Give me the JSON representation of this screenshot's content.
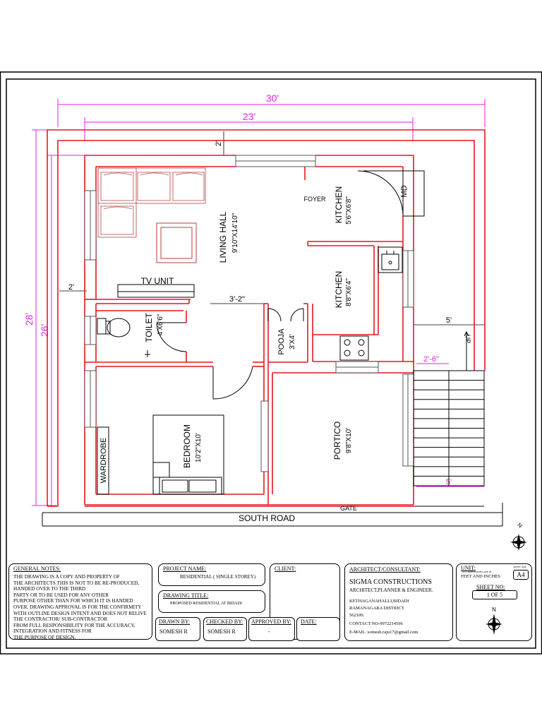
{
  "dimensions": {
    "overall_width": "30'",
    "inner_width": "23'",
    "overall_depth": "28'",
    "inner_depth": "26'",
    "front_setback": "2'",
    "side_setback": "2'",
    "stair_setback_top": "5'",
    "stair_width": "2'-6\"",
    "stair_setback_bottom": "5'",
    "passage": "3'-2\""
  },
  "rooms": {
    "living_hall": {
      "name": "LIVING HALL",
      "size": "9'10\"X14'10\""
    },
    "kitchen_top": {
      "name": "KITCHEN",
      "size": "5'6\"X6'8\""
    },
    "kitchen": {
      "name": "KITCHEN",
      "size": "8'8\"X6'4\""
    },
    "toilet": {
      "name": "TOILET",
      "size": "4'X6'6\""
    },
    "pooja": {
      "name": "POOJA",
      "size": "3'X4'"
    },
    "bedroom": {
      "name": "BEDROOM",
      "size": "10'2\"X10'"
    },
    "portico": {
      "name": "PORTICO",
      "size": "9'8\"X10'"
    }
  },
  "labels": {
    "foyer": "FOYER",
    "md": "MD",
    "tv_unit": "TV UNIT",
    "wardrobe": "WARDROBE",
    "up": "UP",
    "gate": "GATE",
    "road": "SOUTH ROAD"
  },
  "title_block": {
    "general_notes_label": "GENERAL NOTES:",
    "general_notes": [
      "THE DRAWING IS A COPY AND PROPERTY OF",
      "THE ARCHITECTS.THIS IS NOT TO BE RE-PRODUCED,",
      "HANDED OVER TO THE THIRD",
      "PARTY OR TO BE USED FOR ANY OTHER",
      "PURPOSE OTHER THAN FOR WHICH IT IS HANDED",
      "OVER. DRAWING APPROVAL IS FOR THE CONFIRMITY",
      "WITH OUTLINE DESIGN INTENT AND DOES NOT RELIVE",
      "THE CONTRACTOR/ SUB-CONTRACTOR",
      "FROM FULL RESPONSIBILITY FOR THE ACCURACY,",
      "INTEGRATION AND FITNESS FOR",
      "THE PURPOSE OF DESIGN."
    ],
    "project_name_label": "PROJECT NAME:",
    "project_name": "RESIDENTIAL ( SINGLE STOREY)",
    "client_label": "CLIENT:",
    "drawing_title_label": "DRAWING TITLE:",
    "drawing_title": "PROPOSED RESIDENTIAL AT BIDADI",
    "drawn_by_label": "DRAWN BY:",
    "drawn_by": "SOMESH R",
    "checked_by_label": "CHECKED BY:",
    "checked_by": "SOMESH R",
    "approved_by_label": "APPROVED BY:",
    "approved_by": "-",
    "date_label": "DATE:",
    "architect_label": "ARCHITECT/CONSULTANT:",
    "firm_name": "SIGMA CONSTRUCTIONS",
    "firm_tagline": "ARCHITECT,PLANNER & ENGINEER.",
    "address": [
      "KETHAGANAHALLI,BIDADI",
      "RAMANAGARA DISTRICT",
      "562109."
    ],
    "contact": "CONTACT NO-9972214596",
    "email": "E-MAIL :somesh.raju17@gmail.com",
    "unit_label": "UNIT:",
    "unit_note": "ALL DIMENSIONS ARE IN",
    "unit_value": "FEET AND INCHES",
    "sheet_size_label": "SHEET SIZE",
    "sheet_size": "A4",
    "sheet_no_label": "SHEET NO:",
    "sheet_no": "1 OF 5",
    "north": "N"
  },
  "colors": {
    "wall_red": "#e8171d",
    "dimension_magenta": "#e61ee6",
    "furniture_brown": "#b0413e",
    "line_black": "#000000"
  }
}
